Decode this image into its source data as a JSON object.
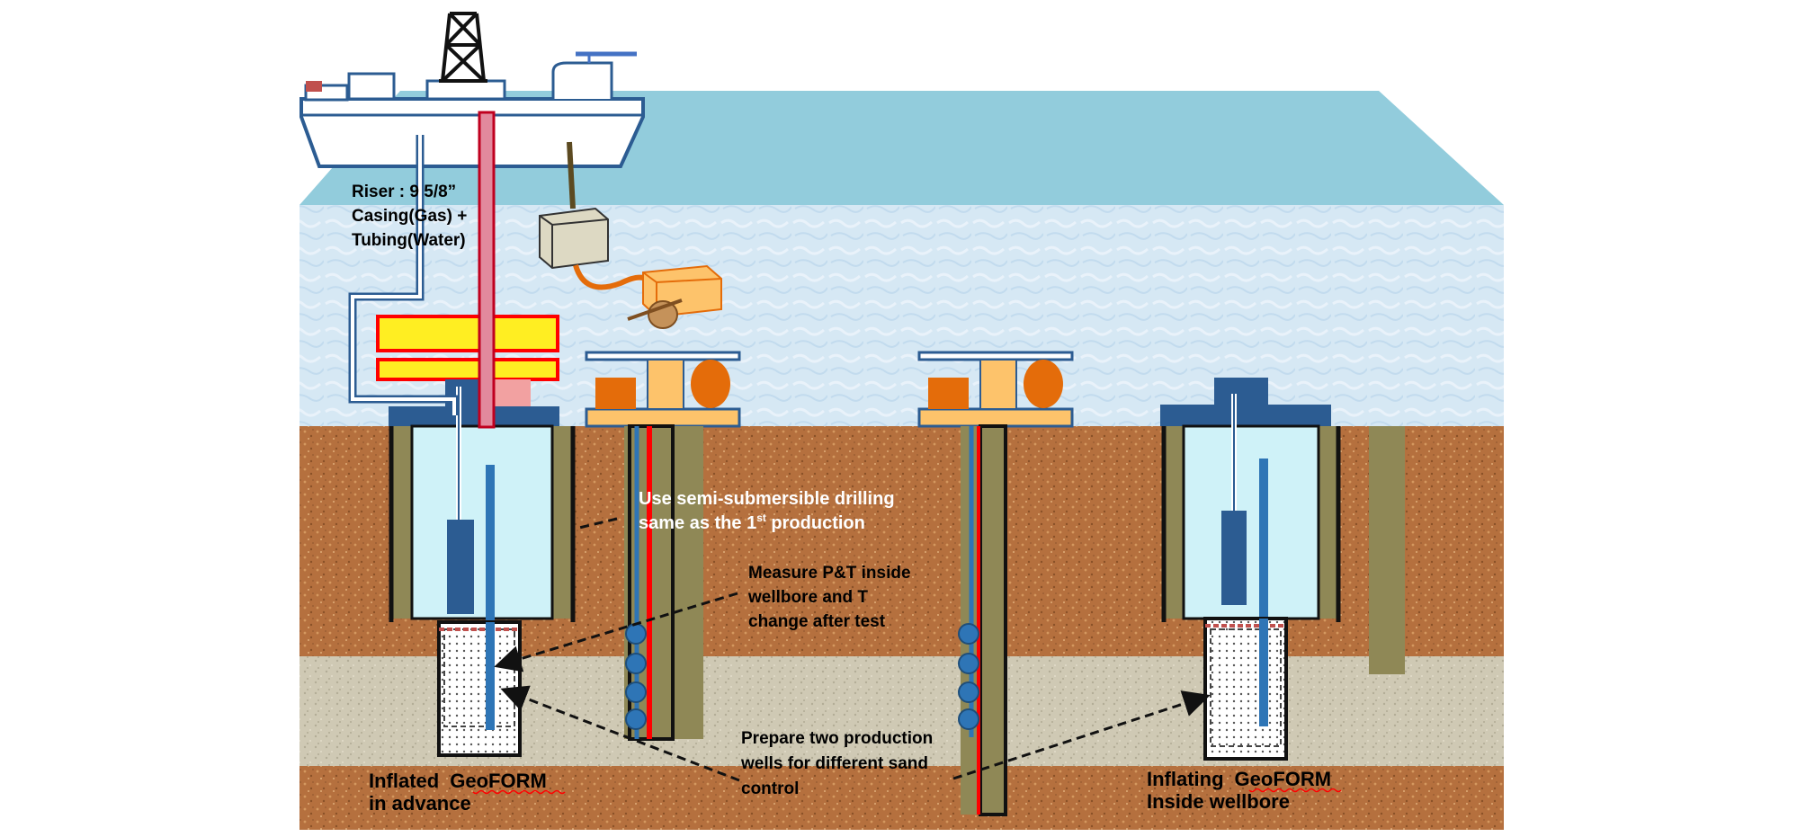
{
  "labels": {
    "riser_line1": "Riser : 9 5/8”",
    "riser_line2": "Casing(Gas) +",
    "riser_line3": "Tubing(Water)",
    "semi_line1": "Use semi-submersible drilling",
    "semi_line2_pre": "same as the 1",
    "semi_line2_sup": "st",
    "semi_line2_post": " production",
    "measure_line1": "Measure P&T inside",
    "measure_line2": "wellbore and T",
    "measure_line3": "change after test",
    "prepare_line1": "Prepare two production",
    "prepare_line2": "wells for different sand",
    "prepare_line3": "control",
    "inflated_line1_a": "Inflated",
    "inflated_line1_b": "GeoFORM",
    "inflated_line2": "in advance",
    "inflating_line1_a": "Inflating",
    "inflating_line1_b": "GeoFORM",
    "inflating_line2": "Inside wellbore"
  },
  "colors": {
    "sea_surface": "#92ccdc",
    "water": "#d6e8f4",
    "sediment": "#b5703e",
    "sand_layer": "#cfc9b4",
    "casing_olive": "#8f8856",
    "wellhead_blue": "#2c5c92",
    "riser_pink": "#e2899d",
    "yellow_frame": "#ffee22",
    "orange_block": "#e46c0a",
    "light_orange": "#fdc36b",
    "well_fill": "#cff2f8"
  }
}
